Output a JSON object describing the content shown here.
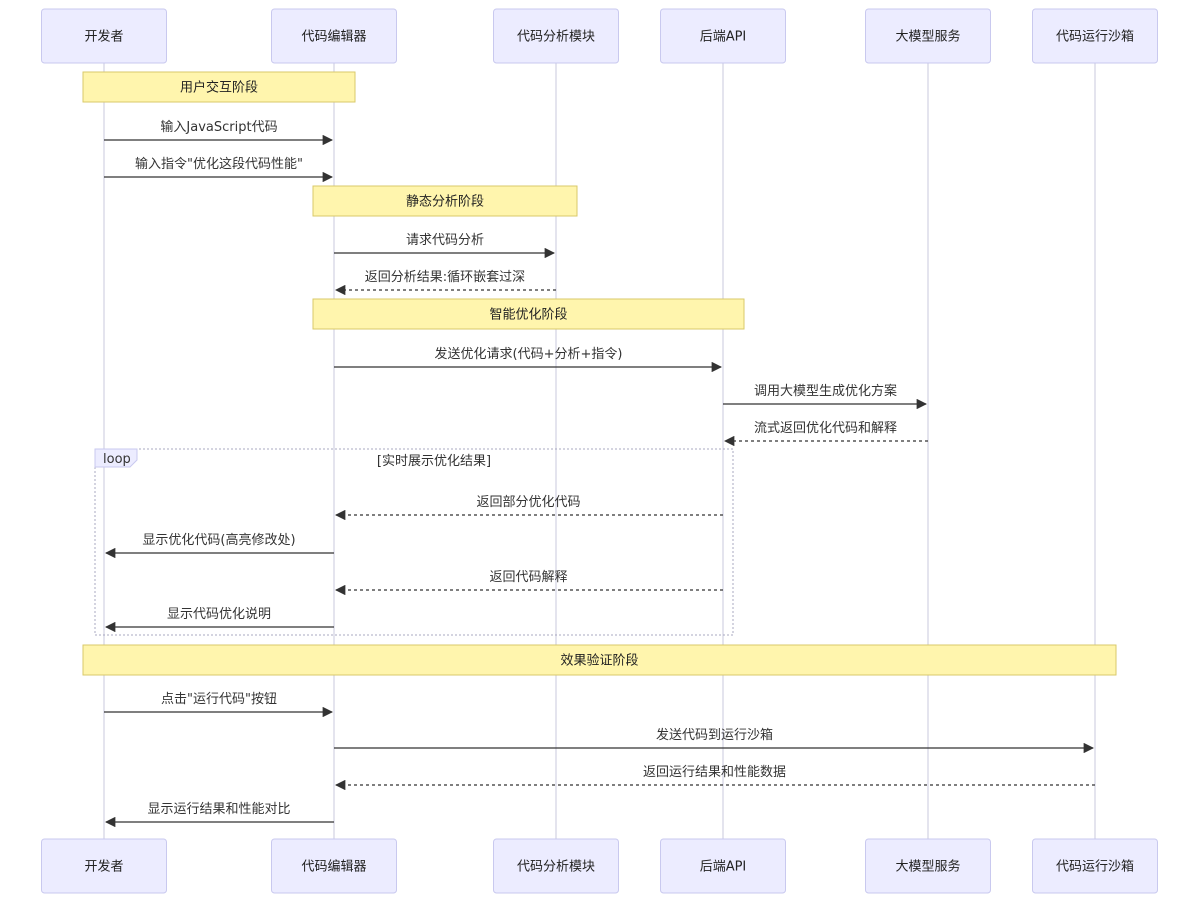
{
  "actors": [
    {
      "id": "dev",
      "label": "开发者"
    },
    {
      "id": "editor",
      "label": "代码编辑器"
    },
    {
      "id": "analyzer",
      "label": "代码分析模块"
    },
    {
      "id": "api",
      "label": "后端API"
    },
    {
      "id": "llm",
      "label": "大模型服务"
    },
    {
      "id": "sandbox",
      "label": "代码运行沙箱"
    }
  ],
  "notes": [
    {
      "text": "用户交互阶段",
      "from": "dev",
      "to": "editor"
    },
    {
      "text": "静态分析阶段",
      "from": "editor",
      "to": "analyzer"
    },
    {
      "text": "智能优化阶段",
      "from": "editor",
      "to": "api"
    },
    {
      "text": "效果验证阶段",
      "from": "dev",
      "to": "sandbox"
    }
  ],
  "messages": [
    {
      "from": "dev",
      "to": "editor",
      "text": "输入JavaScript代码",
      "dashed": false
    },
    {
      "from": "dev",
      "to": "editor",
      "text": "输入指令\"优化这段代码性能\"",
      "dashed": false
    },
    {
      "from": "editor",
      "to": "analyzer",
      "text": "请求代码分析",
      "dashed": false
    },
    {
      "from": "analyzer",
      "to": "editor",
      "text": "返回分析结果:循环嵌套过深",
      "dashed": true
    },
    {
      "from": "editor",
      "to": "api",
      "text": "发送优化请求(代码+分析+指令)",
      "dashed": false
    },
    {
      "from": "api",
      "to": "llm",
      "text": "调用大模型生成优化方案",
      "dashed": false
    },
    {
      "from": "llm",
      "to": "api",
      "text": "流式返回优化代码和解释",
      "dashed": true
    },
    {
      "from": "api",
      "to": "editor",
      "text": "返回部分优化代码",
      "dashed": true
    },
    {
      "from": "editor",
      "to": "dev",
      "text": "显示优化代码(高亮修改处)",
      "dashed": false
    },
    {
      "from": "api",
      "to": "editor",
      "text": "返回代码解释",
      "dashed": true
    },
    {
      "from": "editor",
      "to": "dev",
      "text": "显示代码优化说明",
      "dashed": false
    },
    {
      "from": "dev",
      "to": "editor",
      "text": "点击\"运行代码\"按钮",
      "dashed": false
    },
    {
      "from": "editor",
      "to": "sandbox",
      "text": "发送代码到运行沙箱",
      "dashed": false
    },
    {
      "from": "sandbox",
      "to": "editor",
      "text": "返回运行结果和性能数据",
      "dashed": true
    },
    {
      "from": "editor",
      "to": "dev",
      "text": "显示运行结果和性能对比",
      "dashed": false
    }
  ],
  "loop": {
    "label": "loop",
    "condition": "[实时展示优化结果]"
  }
}
